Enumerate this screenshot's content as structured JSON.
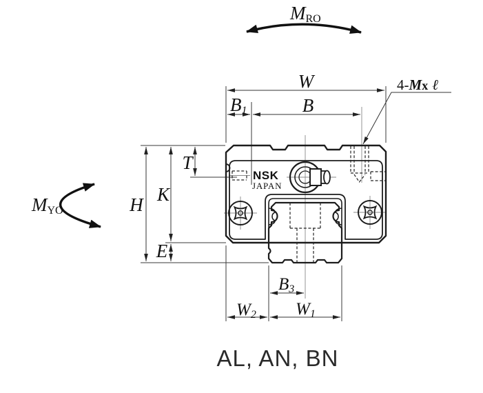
{
  "caption": "AL, AN, BN",
  "logo": {
    "brand": "NSK",
    "country": "JAPAN"
  },
  "labels": {
    "moment_ro": {
      "main": "M",
      "sub": "RO"
    },
    "moment_yo": {
      "main": "M",
      "sub": "YO"
    },
    "width_overall": "W",
    "bolt_pitch": "B",
    "b1": {
      "main": "B",
      "sub": "1"
    },
    "thread_note": {
      "prefix": "4-",
      "m": "M",
      "times": "x",
      "length": "ℓ"
    },
    "t": "T",
    "k": "K",
    "h": "H",
    "e": "E",
    "b3": {
      "main": "B",
      "sub": "3"
    },
    "w2": {
      "main": "W",
      "sub": "2"
    },
    "w1": {
      "main": "W",
      "sub": "1"
    }
  }
}
